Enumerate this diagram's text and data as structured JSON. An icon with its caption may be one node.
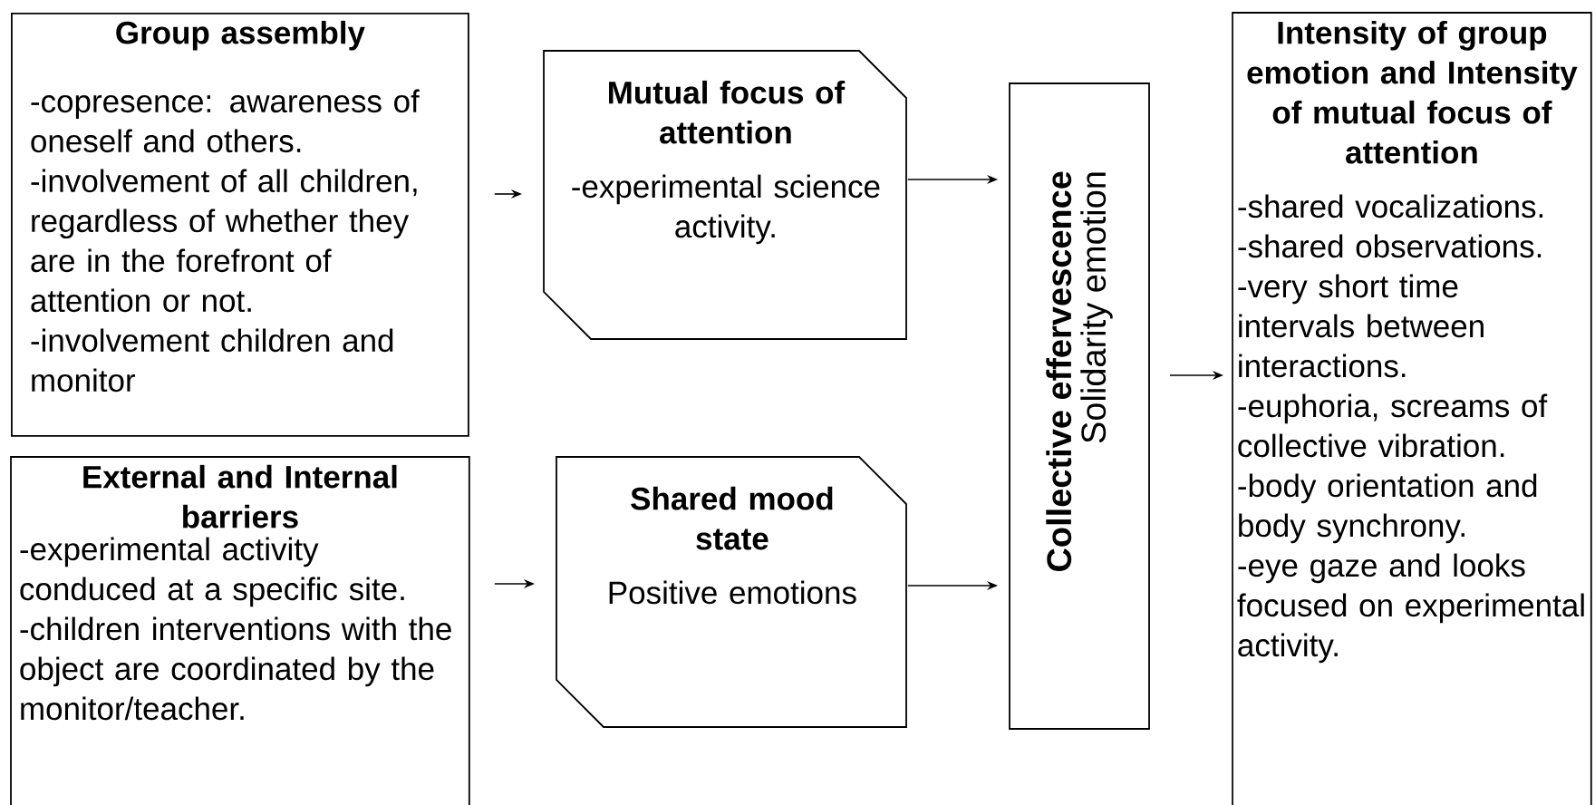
{
  "diagram": {
    "nodes": [
      {
        "text": [
          "Group assembly",
          "-copresence: awareness of oneself and others.",
          "-involvement of all children, regardless of whether they are in the forefront of attention or not.",
          "-involvement children and monitor"
        ]
      },
      {
        "text": [
          "External and Internal barriers",
          "-experimental activity conduced at a specific site.",
          "-children interventions with the object are coordinated by the monitor/teacher."
        ]
      },
      {
        "text": [
          "Mutual focus of attention",
          "-experimental science activity."
        ]
      },
      {
        "text": [
          "Shared mood state",
          "Positive emotions"
        ]
      },
      {
        "text": [
          "Collective effervescence",
          "Solidarity emotion"
        ]
      },
      {
        "text": [
          "Intensity of group emotion and Intensity of mutual focus of attention",
          "-shared vocalizations.",
          "-shared observations.",
          "-very short time intervals between interactions.",
          "-euphoria, screams of collective vibration.",
          "-body orientation and body synchrony.",
          "-eye gaze and looks focused on experimental activity."
        ]
      }
    ],
    "edges": [
      {
        "from": 0,
        "to": 2,
        "arrow": "to"
      },
      {
        "from": 1,
        "to": 3,
        "arrow": "to"
      },
      {
        "from": 2,
        "to": 4,
        "arrow": "to"
      },
      {
        "from": 3,
        "to": 4,
        "arrow": "to"
      },
      {
        "from": 4,
        "to": 5,
        "arrow": "to"
      }
    ]
  }
}
